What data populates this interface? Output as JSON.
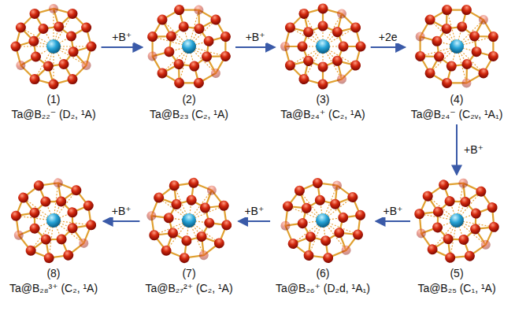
{
  "diagram": {
    "nodes": [
      {
        "text": [
          "(1)",
          "Ta@B₂₂⁻ (D₂, ¹A)"
        ]
      },
      {
        "text": [
          "(2)",
          "Ta@B₂₃ (C₂, ¹A)"
        ]
      },
      {
        "text": [
          "(3)",
          "Ta@B₂₄⁺ (C₂, ¹A)"
        ]
      },
      {
        "text": [
          "(4)",
          "Ta@B₂₄⁻ (C₂ᵥ, ¹A₁)"
        ]
      },
      {
        "text": [
          "(5)",
          "Ta@B₂₅ (C₁, ¹A)"
        ]
      },
      {
        "text": [
          "(6)",
          "Ta@B₂₆⁺ (D₂d, ¹A₁)"
        ]
      },
      {
        "text": [
          "(7)",
          "Ta@B₂₇²⁺ (C₂, ¹A)"
        ]
      },
      {
        "text": [
          "(8)",
          "Ta@B₂₈³⁺ (C₂, ¹A)"
        ]
      }
    ],
    "edges": [
      {
        "from": 0,
        "to": 1,
        "arrow": "to",
        "label": "+B⁺"
      },
      {
        "from": 1,
        "to": 2,
        "arrow": "to",
        "label": "+B⁺"
      },
      {
        "from": 2,
        "to": 3,
        "arrow": "to",
        "label": "+2e"
      },
      {
        "from": 3,
        "to": 4,
        "arrow": "to",
        "label": "+B⁺"
      },
      {
        "from": 4,
        "to": 5,
        "arrow": "to",
        "label": "+B⁺"
      },
      {
        "from": 5,
        "to": 6,
        "arrow": "to",
        "label": "+B⁺"
      },
      {
        "from": 6,
        "to": 7,
        "arrow": "to",
        "label": "+B⁺"
      }
    ]
  }
}
